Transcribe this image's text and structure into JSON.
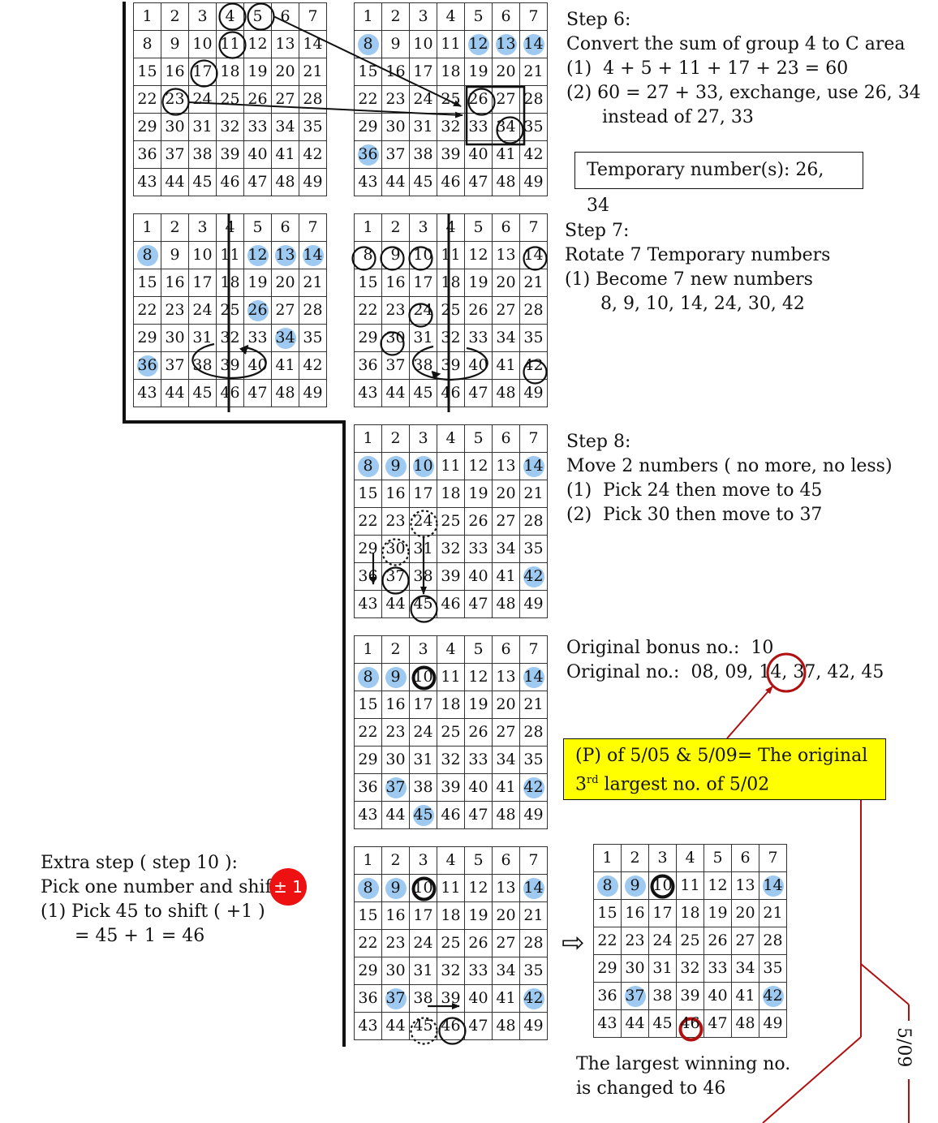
{
  "grids": [
    {
      "id": "g1",
      "highlights": []
    },
    {
      "id": "g2",
      "highlights": [
        8,
        12,
        13,
        14,
        36
      ]
    },
    {
      "id": "g3",
      "highlights": [
        8,
        12,
        13,
        14,
        26,
        34,
        36
      ]
    },
    {
      "id": "g4",
      "highlights": []
    },
    {
      "id": "g5",
      "highlights": [
        8,
        9,
        10,
        14,
        42
      ]
    },
    {
      "id": "g6",
      "highlights": [
        8,
        9,
        14,
        37,
        42,
        45
      ]
    },
    {
      "id": "g7",
      "highlights": [
        8,
        9,
        14,
        37,
        42
      ]
    },
    {
      "id": "g8",
      "highlights": [
        8,
        9,
        14,
        37,
        42
      ]
    }
  ],
  "step6": {
    "title": "Step 6:",
    "line1": "Convert the sum of group 4 to C area",
    "line2": "(1)  4 + 5 + 11 + 17 + 23 = 60",
    "line3": "(2) 60 = 27 + 33, exchange, use 26, 34",
    "line4": "instead of 27, 33",
    "temp_box": "Temporary number(s):  26, 34"
  },
  "step7": {
    "title": "Step 7:",
    "line1": "Rotate 7 Temporary numbers",
    "line2": "(1) Become 7 new numbers",
    "line3": "8, 9, 10, 14, 24, 30, 42"
  },
  "step8": {
    "title": "Step 8:",
    "line1": "Move 2 numbers ( no more, no less)",
    "line2": "(1)  Pick 24 then move to 45",
    "line3": "(2)  Pick 30 then move to 37"
  },
  "original": {
    "bonus": "Original bonus no.:  10",
    "numbers": "Original no.:  08, 09, 14, 37, 42, 45"
  },
  "note_box": {
    "line1": "(P) of 5/05 & 5/09= The original",
    "line2_pre": "3",
    "line2_sup": "rd",
    "line2_post": " largest no. of 5/02"
  },
  "extra": {
    "line1": "Extra step ( step 10 ):",
    "line2": "Pick one number and shift",
    "badge": "± 1",
    "line3": "(1) Pick 45 to shift ( +1 )",
    "line4": "= 45 + 1 = 46"
  },
  "final": {
    "line1": "The largest winning no.",
    "line2": "is changed to 46"
  },
  "date_label": "5/09",
  "colors": {
    "highlight": "#9ec9f0",
    "red": "#ee1111",
    "dark_red": "#b01010",
    "yellow": "#ffff00"
  },
  "icons": {
    "arrow": "hollow-right-arrow-icon"
  }
}
